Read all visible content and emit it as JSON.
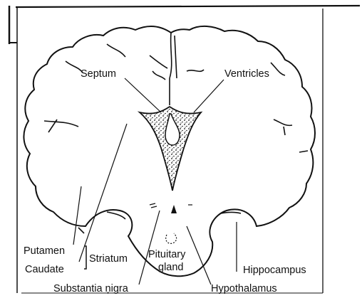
{
  "labels": {
    "septum": "Septum",
    "ventricles": "Ventricles",
    "putamen": "Putamen",
    "caudate": "Caudate",
    "striatum": "Striatum",
    "pituitary_line1": "Pituitary",
    "pituitary_line2": "gland",
    "hippocampus": "Hippocampus",
    "substantia_nigra": "Substantia ņigra",
    "hypothalamus": "Hypothalamus"
  },
  "colors": {
    "ink": "#111111",
    "background": "#ffffff"
  }
}
